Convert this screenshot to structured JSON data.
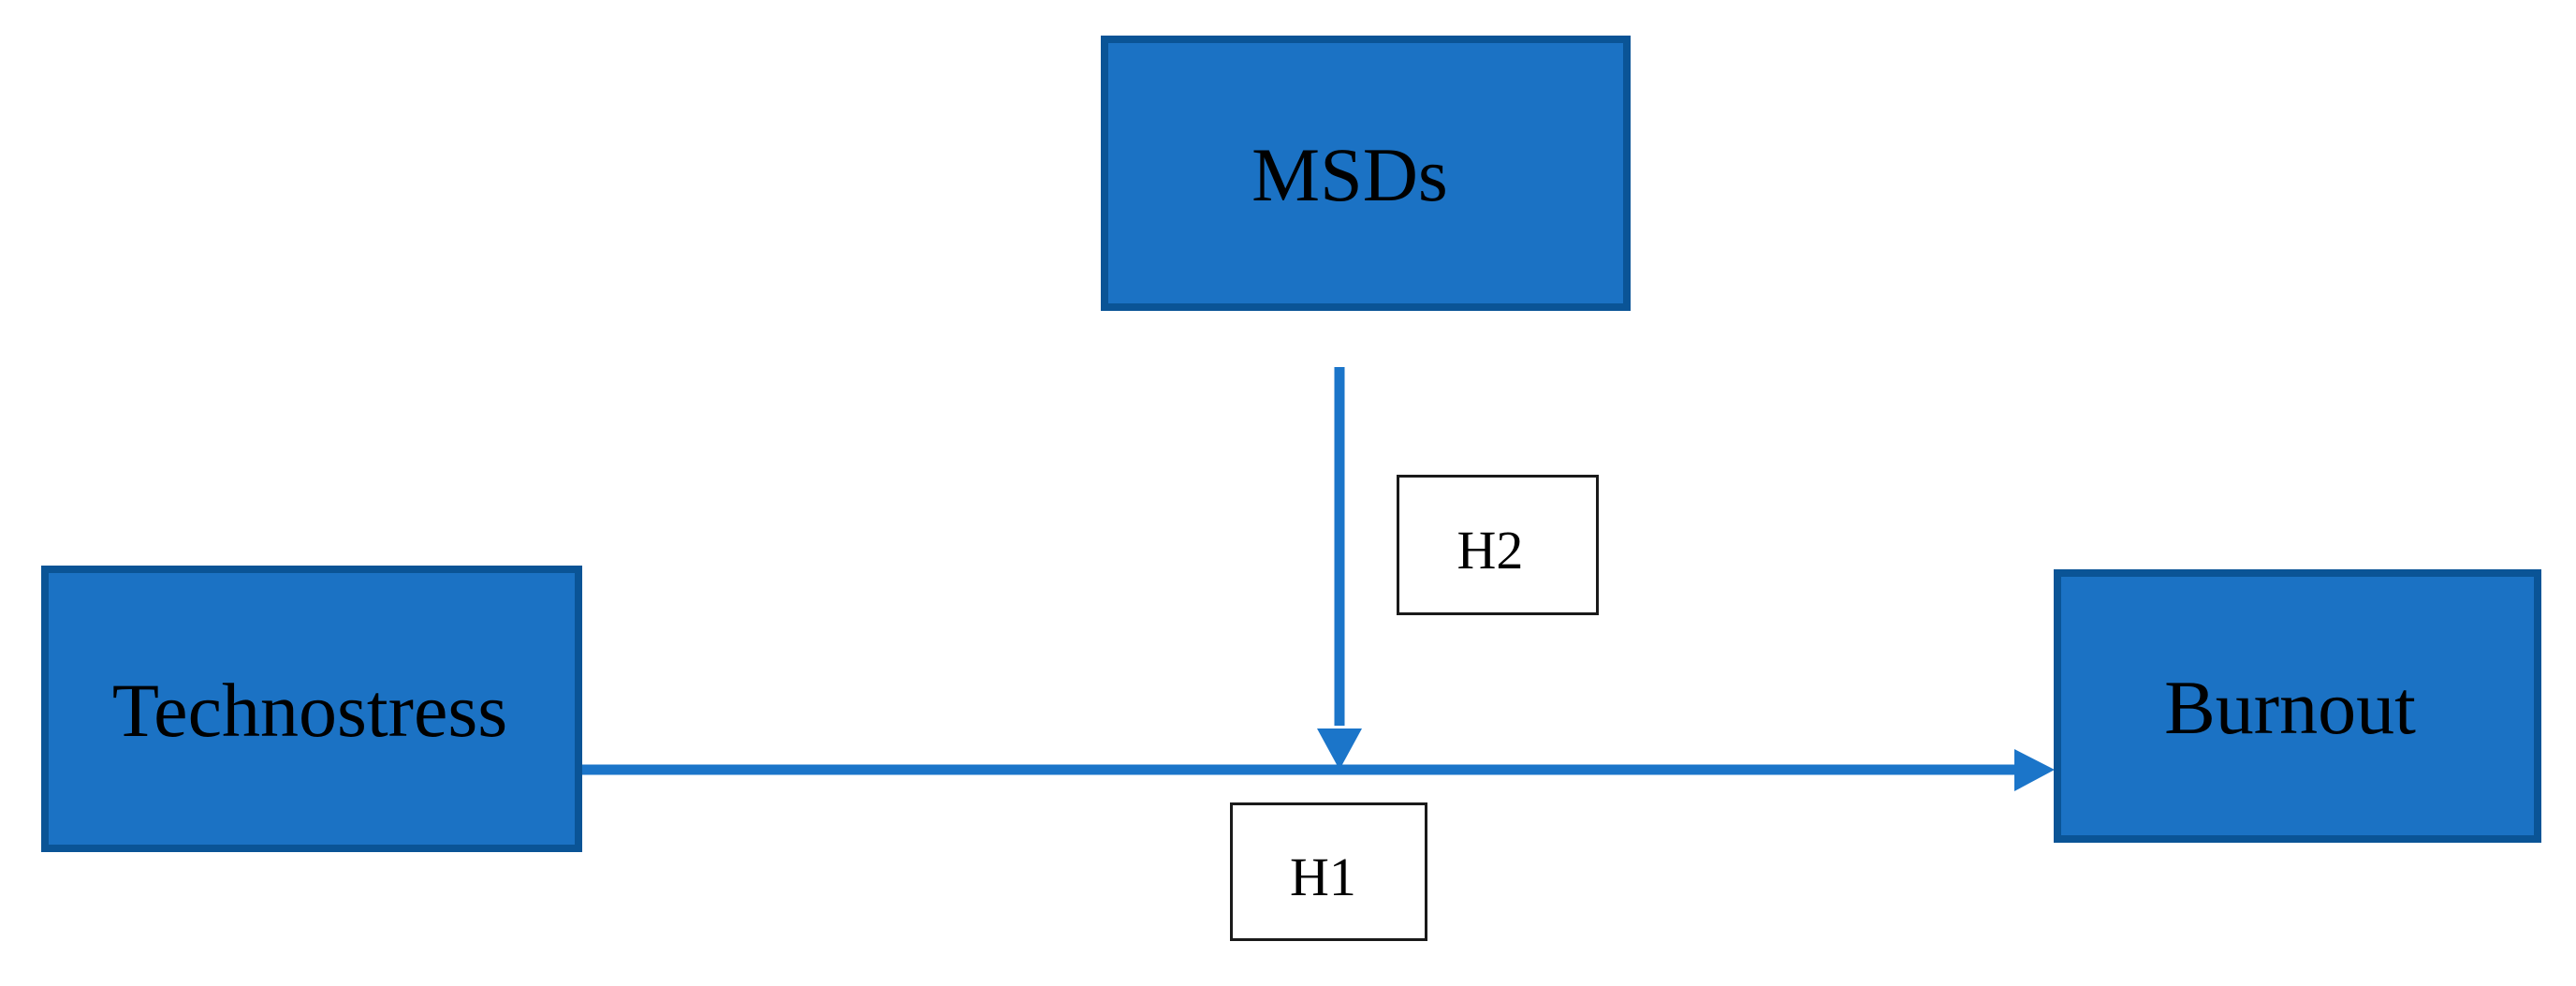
{
  "figure": {
    "type": "conceptual-research-model-diagram",
    "background_color": "#FFFFFF",
    "node_fill_color": "#1B72C4",
    "node_border_color": "#0A5496",
    "arrow_color": "#1B75C9",
    "label_border_color": "#1A1A1A",
    "label_fill_color": "#FFFFFF",
    "text_color": "#000000"
  },
  "nodes": [
    {
      "id": "technostress",
      "label": "Technostress",
      "role": "independent-variable",
      "position": "left"
    },
    {
      "id": "msds",
      "label": "MSDs",
      "role": "mediator-variable",
      "position": "top-center"
    },
    {
      "id": "burnout",
      "label": "Burnout",
      "role": "dependent-variable",
      "position": "right"
    }
  ],
  "edges": [
    {
      "id": "h1",
      "label": "H1",
      "from": "technostress",
      "to": "burnout",
      "direction": "horizontal-right",
      "label_position": "below-center"
    },
    {
      "id": "h2",
      "label": "H2",
      "from": "msds",
      "to": "h1-path",
      "direction": "vertical-down",
      "label_position": "right-of-arrow"
    }
  ]
}
